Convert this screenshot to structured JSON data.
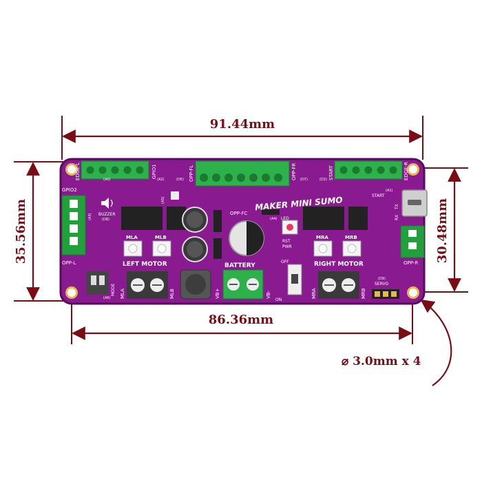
{
  "dimensions": {
    "width_top": "91.44mm",
    "width_bottom": "86.36mm",
    "height_left": "35.56mm",
    "height_right": "30.48mm",
    "hole_note": "⌀ 3.0mm x 4"
  },
  "colors": {
    "dimension": "#7a0c14",
    "pcb": "#8a1a8f",
    "pcb_dark": "#5a0a5e",
    "terminal_green": "#2db14a",
    "header_green": "#22a03c"
  },
  "board": {
    "title": "MAKER MINI SUMO",
    "terminals": {
      "edge_l": "EDGE-L",
      "gpio1": "GPIO1",
      "opp_fl": "OPP-FL",
      "opp_fr": "OPP-FR",
      "start": "START",
      "edge_r": "EDGE-R",
      "gpio2": "GPIO2",
      "opp_l": "OPP-L",
      "opp_r": "OPP-R",
      "opp_fc": "OPP-FC"
    },
    "labels": {
      "buzzer": "BUZZER",
      "buzzer_ref": "(D8)",
      "mla": "MLA",
      "mlb": "MLB",
      "mra": "MRA",
      "mrb": "MRB",
      "left_motor": "LEFT MOTOR",
      "right_motor": "RIGHT MOTOR",
      "battery": "BATTERY",
      "vb_plus": "VB+",
      "vb_minus": "VB-",
      "mode": "MODE",
      "rst": "RST",
      "pwr": "PWR",
      "off": "OFF",
      "on": "ON",
      "led": "LED",
      "servo": "SERVO",
      "servo_ref": "(D9)",
      "start_ref": "START",
      "rx": "RX",
      "tx": "TX",
      "a0": "(A0)",
      "a1": "(A1)",
      "a2": "(A2)",
      "a3": "(A3)",
      "d2": "(D2)",
      "d5": "(D5)",
      "d7": "(D7)",
      "a4": "(A4)",
      "a5": "(A5)",
      "a6": "(A6)"
    }
  }
}
